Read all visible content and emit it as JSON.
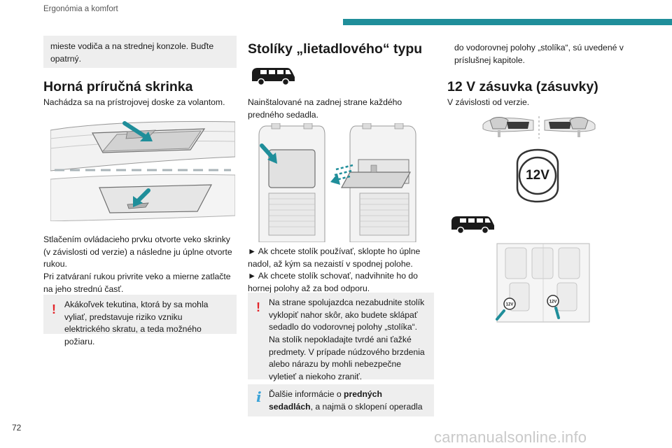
{
  "header": {
    "title": "Ergonómia a komfort"
  },
  "page_number": "72",
  "watermark": "carmanualsonline.info",
  "col1": {
    "intro_box": "mieste vodiča a na strednej konzole. Buďte opatrný.",
    "heading": "Horná príručná skrinka",
    "location": "Nachádza sa na prístrojovej doske za volantom.",
    "instructions": [
      "Stlačením ovládacieho prvku otvorte veko skrinky (v závislosti od verzie) a následne ju úplne otvorte rukou.",
      "Pri zatváraní rukou privrite veko a mierne zatlačte na jeho strednú časť."
    ],
    "warning": "Akákoľvek tekutina, ktorá by sa mohla vyliať, predstavuje riziko vzniku elektrického skratu, a teda možného požiaru."
  },
  "col2": {
    "heading": "Stolíky „lietadlového“ typu",
    "intro": "Nainštalované na zadnej strane každého predného sedadla.",
    "steps": [
      "► Ak chcete stolík používať, sklopte ho úplne nadol, až kým sa nezaistí v spodnej polohe.",
      "► Ak chcete stolík schovať, nadvihnite ho do hornej polohy až za bod odporu."
    ],
    "warning": "Na strane spolujazdca nezabudnite stolík vyklopiť nahor skôr, ako budete sklápať sedadlo do vodorovnej polohy „stolíka“. Na stolík nepokladajte tvrdé ani ťažké predmety. V prípade núdzového brzdenia alebo nárazu by mohli nebezpečne vyletieť a niekoho zraniť.",
    "info_prefix": "Ďalšie informácie o ",
    "info_bold": "predných sedadlách",
    "info_suffix": ", a najmä o sklopení operadla"
  },
  "col3": {
    "continuation": "do vodorovnej polohy „stolíka“, sú uvedené v príslušnej kapitole.",
    "heading": "12 V zásuvka (zásuvky)",
    "intro": "V závislosti od verzie.",
    "socket_label": "12V",
    "floor_socket_label": "12V"
  },
  "colors": {
    "accent": "#1f8e9a",
    "warning": "#e3262b",
    "info": "#3aa3d8",
    "box_bg": "#eeeeee"
  },
  "icons": [
    "van-silhouette-icon",
    "steering-wheel-icon",
    "warning-exclamation-icon",
    "info-icon"
  ]
}
